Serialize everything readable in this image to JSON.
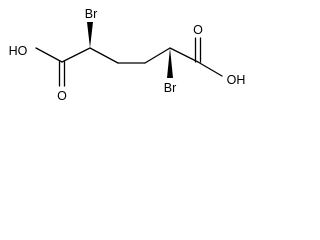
{
  "molecule": {
    "atoms": {
      "hydroxyl_left": "HO",
      "oxygen_left": "O",
      "bromine_left": "Br",
      "oxygen_right": "O",
      "hydroxyl_right": "OH",
      "bromine_right": "Br"
    },
    "colors": {
      "bond": "#000000",
      "label": "#000000",
      "background": "#ffffff"
    }
  }
}
